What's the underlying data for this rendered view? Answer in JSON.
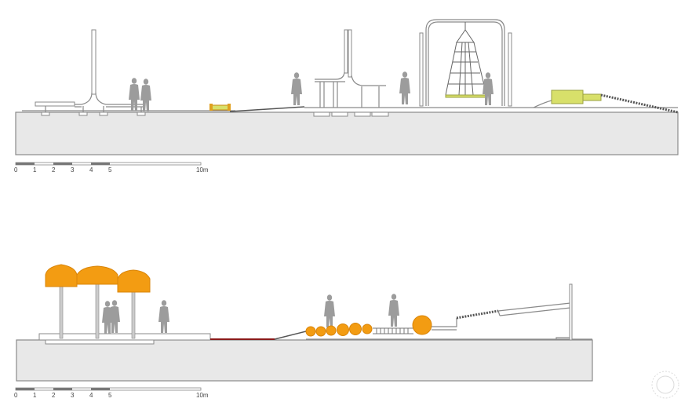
{
  "drawings": [
    {
      "id": "section-top",
      "scale_bar": {
        "labels": [
          "0",
          "1",
          "2",
          "3",
          "4",
          "5",
          "10m"
        ]
      }
    },
    {
      "id": "section-bottom",
      "scale_bar": {
        "labels": [
          "0",
          "1",
          "2",
          "3",
          "4",
          "5",
          "10m"
        ]
      }
    }
  ],
  "colors": {
    "ground": "#e8e8e8",
    "line": "#8a8a8a",
    "people": "#9c9c9c",
    "umbrella_orange": "#f39c12",
    "box_yellow_green": "#d8e06a",
    "red_path": "#8b1a1a"
  }
}
